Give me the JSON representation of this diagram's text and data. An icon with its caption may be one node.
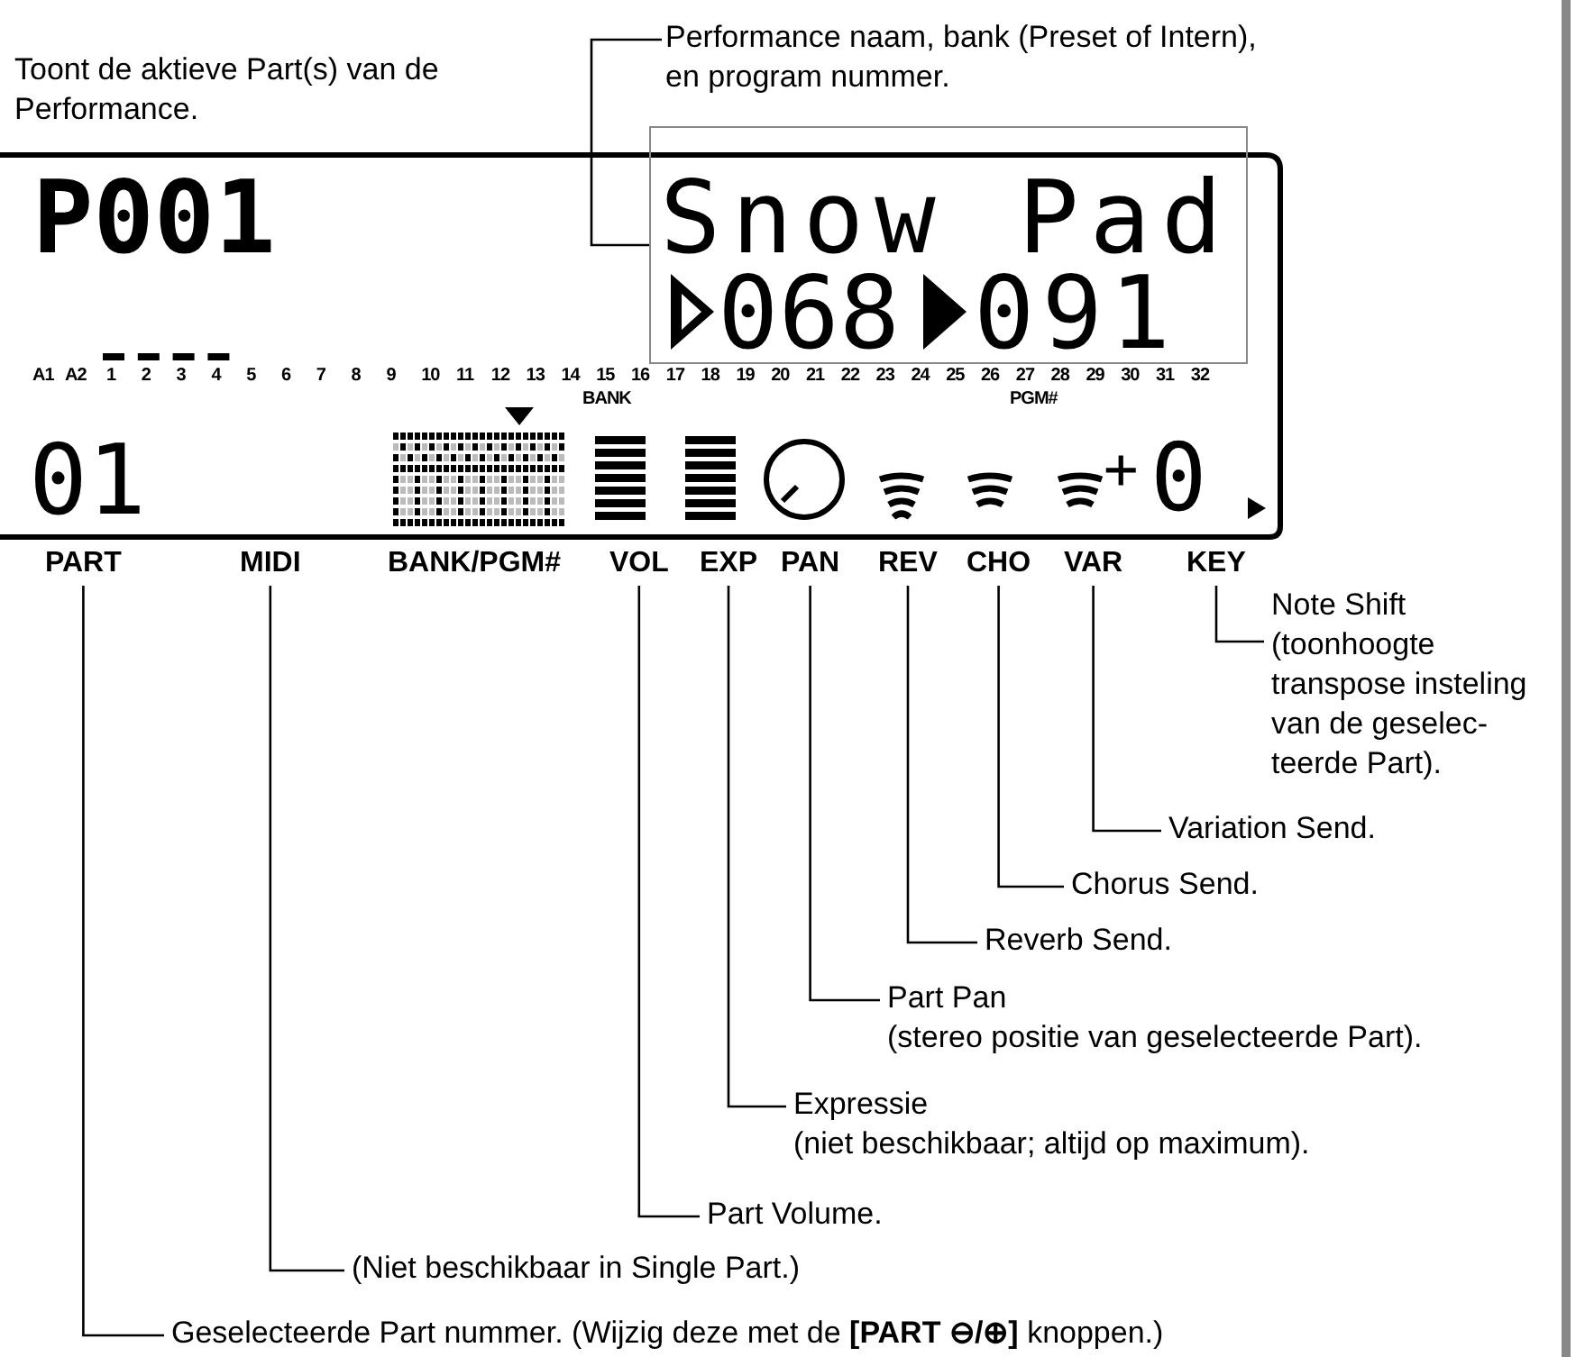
{
  "diagram": {
    "nodes": [
      {
        "text": [
          "Performance naam, bank (Preset of Intern), en program nummer."
        ]
      },
      {
        "text": [],
        "shape": "box"
      },
      {
        "text": [
          "PART"
        ]
      },
      {
        "text": [
          "MIDI"
        ]
      },
      {
        "text": [
          "VOL"
        ]
      },
      {
        "text": [
          "EXP"
        ]
      },
      {
        "text": [
          "PAN"
        ]
      },
      {
        "text": [
          "REV"
        ]
      },
      {
        "text": [
          "CHO"
        ]
      },
      {
        "text": [
          "VAR"
        ]
      },
      {
        "text": [
          "KEY"
        ]
      },
      {
        "text": [
          "Note Shift",
          "(toonhoogte transpose insteling van de geselec- teerde Part)."
        ]
      },
      {
        "text": [
          "Variation Send."
        ]
      },
      {
        "text": [
          "Chorus Send."
        ]
      },
      {
        "text": [
          "Reverb Send."
        ]
      },
      {
        "text": [
          "Part Pan",
          "(stereo positie van geselecteerde Part)."
        ]
      },
      {
        "text": [
          "Expressie",
          "(niet beschikbaar; altijd op maximum)."
        ]
      },
      {
        "text": [
          "Part Volume."
        ]
      },
      {
        "text": [
          "(Niet beschikbaar in Single Part.)"
        ]
      },
      {
        "text": [
          "Geselecteerde Part nummer. (Wijzig deze met de **[PART ⊖/⊕]** knoppen.)"
        ]
      }
    ],
    "edges": [
      {
        "from": 0,
        "to": 1,
        "arrow": "none"
      },
      {
        "from": 2,
        "to": 19,
        "arrow": "none"
      },
      {
        "from": 3,
        "to": 18,
        "arrow": "none"
      },
      {
        "from": 4,
        "to": 17,
        "arrow": "none"
      },
      {
        "from": 5,
        "to": 16,
        "arrow": "none"
      },
      {
        "from": 6,
        "to": 15,
        "arrow": "none"
      },
      {
        "from": 7,
        "to": 14,
        "arrow": "none"
      },
      {
        "from": 8,
        "to": 13,
        "arrow": "none"
      },
      {
        "from": 9,
        "to": 12,
        "arrow": "none"
      },
      {
        "from": 10,
        "to": 11,
        "arrow": "none"
      }
    ],
    "labels": [
      "Toont de aktieve Part(s) van de Performance.",
      "P001",
      "Snow Pad",
      "068",
      "091",
      "A1",
      "A2",
      "1",
      "2",
      "3",
      "4",
      "5",
      "6",
      "7",
      "8",
      "9",
      "10",
      "11",
      "12",
      "13",
      "14",
      "15",
      "16",
      "17",
      "18",
      "19",
      "20",
      "21",
      "22",
      "23",
      "24",
      "25",
      "26",
      "27",
      "28",
      "29",
      "30",
      "31",
      "32",
      "BANK",
      "PGM#",
      "01",
      "+",
      "0",
      "BANK/PGM#"
    ]
  }
}
